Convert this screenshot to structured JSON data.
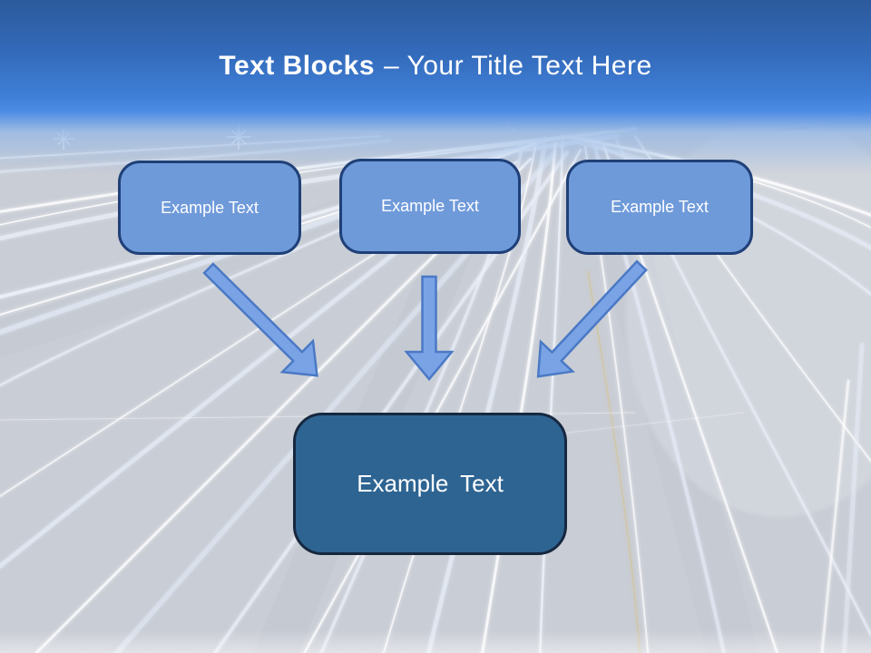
{
  "slide": {
    "title": {
      "bold": "Text Blocks",
      "rest": "– Your Title Text Here"
    },
    "blocks": {
      "top": [
        {
          "label": "Example Text"
        },
        {
          "label": "Example Text"
        },
        {
          "label": "Example Text"
        }
      ],
      "bottom": {
        "label": "Example Text"
      }
    },
    "arrows": [
      {
        "name": "arrow-down-right"
      },
      {
        "name": "arrow-down"
      },
      {
        "name": "arrow-down-left"
      }
    ],
    "colors": {
      "header_top": "#2c5a9c",
      "header_bottom": "#4e8ce4",
      "top_block_fill": "#6f9ada",
      "top_block_border": "#1f4078",
      "bottom_block_fill": "#2e6492",
      "bottom_block_border": "#16283f",
      "arrow_fill": "#7aa3e6",
      "arrow_border": "#4a79c5",
      "background_base": "#c9cdd5",
      "text": "#ffffff"
    }
  }
}
